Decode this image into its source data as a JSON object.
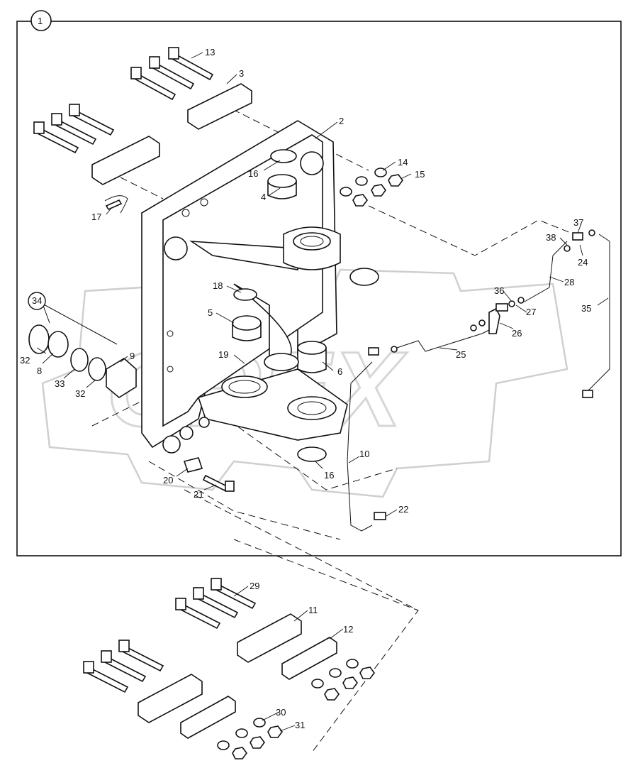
{
  "diagram": {
    "assembly_callout": "1",
    "labels": {
      "p2": "2",
      "p3": "3",
      "p4": "4",
      "p5": "5",
      "p6": "6",
      "p8": "8",
      "p9": "9",
      "p10": "10",
      "p11": "11",
      "p12": "12",
      "p13": "13",
      "p14": "14",
      "p15": "15",
      "p16a": "16",
      "p16b": "16",
      "p17": "17",
      "p18": "18",
      "p19": "19",
      "p20": "20",
      "p21": "21",
      "p22": "22",
      "p24": "24",
      "p25": "25",
      "p26": "26",
      "p27": "27",
      "p28": "28",
      "p29": "29",
      "p30": "30",
      "p31": "31",
      "p32a": "32",
      "p32b": "32",
      "p33": "33",
      "p34": "34",
      "p35": "35",
      "p36": "36",
      "p37": "37",
      "p38": "38"
    },
    "watermark_text": "OPEX"
  }
}
